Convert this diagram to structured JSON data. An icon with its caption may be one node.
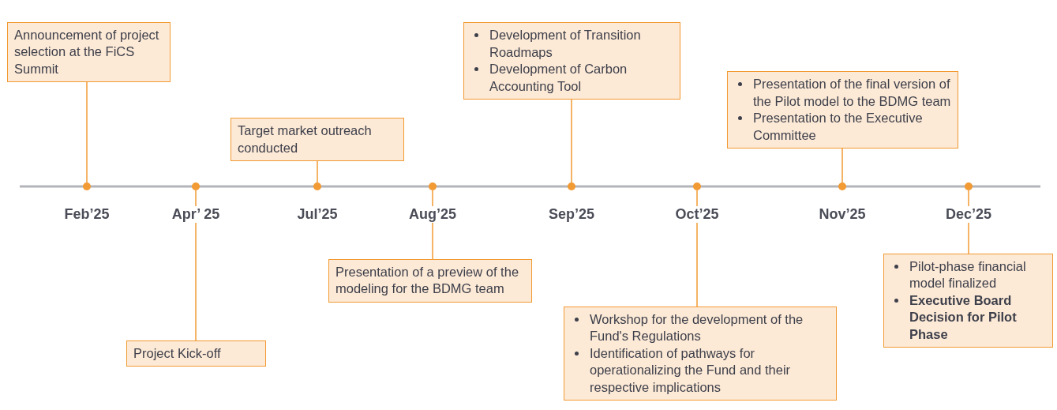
{
  "diagram": {
    "nodes": [
      {
        "text": [
          "Announcement of project selection at the FiCS Summit"
        ]
      },
      {
        "text": [
          "Project Kick-off"
        ]
      },
      {
        "text": [
          "Target market outreach conducted"
        ]
      },
      {
        "text": [
          "Presentation of a preview of the modeling for the BDMG team"
        ]
      },
      {
        "text": [
          "Development of Transition Roadmaps",
          "Development of Carbon Accounting Tool"
        ]
      },
      {
        "text": [
          "Workshop for the development of the Fund's Regulations",
          "Identification of pathways for operationalizing the Fund and their respective implications"
        ]
      },
      {
        "text": [
          "Presentation of the final version of the Pilot model to the BDMG team",
          "Presentation to the Executive Committee"
        ]
      },
      {
        "text": [
          "Pilot-phase financial model finalized",
          "**Executive Board Decision for Pilot Phase**"
        ]
      },
      {
        "text": [],
        "shape": "circle"
      },
      {
        "text": [],
        "shape": "circle"
      },
      {
        "text": [],
        "shape": "circle"
      },
      {
        "text": [],
        "shape": "circle"
      },
      {
        "text": [],
        "shape": "circle"
      },
      {
        "text": [],
        "shape": "circle"
      },
      {
        "text": [],
        "shape": "circle"
      },
      {
        "text": [],
        "shape": "circle"
      }
    ],
    "edges": [
      {
        "from": 0,
        "to": 8,
        "arrow": "none"
      },
      {
        "from": 1,
        "to": 9,
        "arrow": "none"
      },
      {
        "from": 2,
        "to": 10,
        "arrow": "none"
      },
      {
        "from": 3,
        "to": 11,
        "arrow": "none"
      },
      {
        "from": 4,
        "to": 12,
        "arrow": "none"
      },
      {
        "from": 5,
        "to": 13,
        "arrow": "none"
      },
      {
        "from": 6,
        "to": 14,
        "arrow": "none"
      },
      {
        "from": 7,
        "to": 15,
        "arrow": "none"
      }
    ],
    "labels": [
      "Feb’25",
      "Apr’ 25",
      "Jul’25",
      "Aug’25",
      "Sep’25",
      "Oct’25",
      "Nov’25",
      "Dec’25"
    ]
  }
}
